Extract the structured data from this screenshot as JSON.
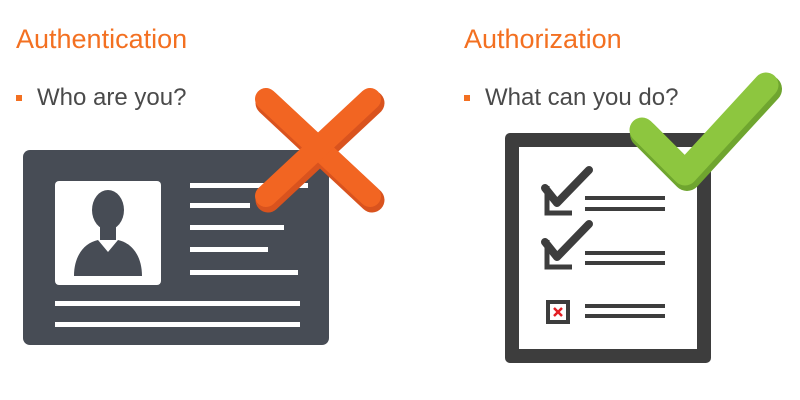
{
  "left_panel": {
    "heading": "Authentication",
    "bullet": "Who are you?",
    "illustration": {
      "card_icon": "id-card-icon",
      "mark_icon": "cross-icon"
    }
  },
  "right_panel": {
    "heading": "Authorization",
    "bullet": "What can you do?",
    "illustration": {
      "clipboard_icon": "checklist-icon",
      "mark_icon": "checkmark-icon",
      "item_states": [
        "checked",
        "checked",
        "denied"
      ]
    }
  },
  "colors": {
    "heading": "#f37021",
    "text": "#4a4a4a",
    "card": "#474c55",
    "cross": "#f26522",
    "check": "#8dc63f",
    "denied_x": "#e31e24"
  }
}
